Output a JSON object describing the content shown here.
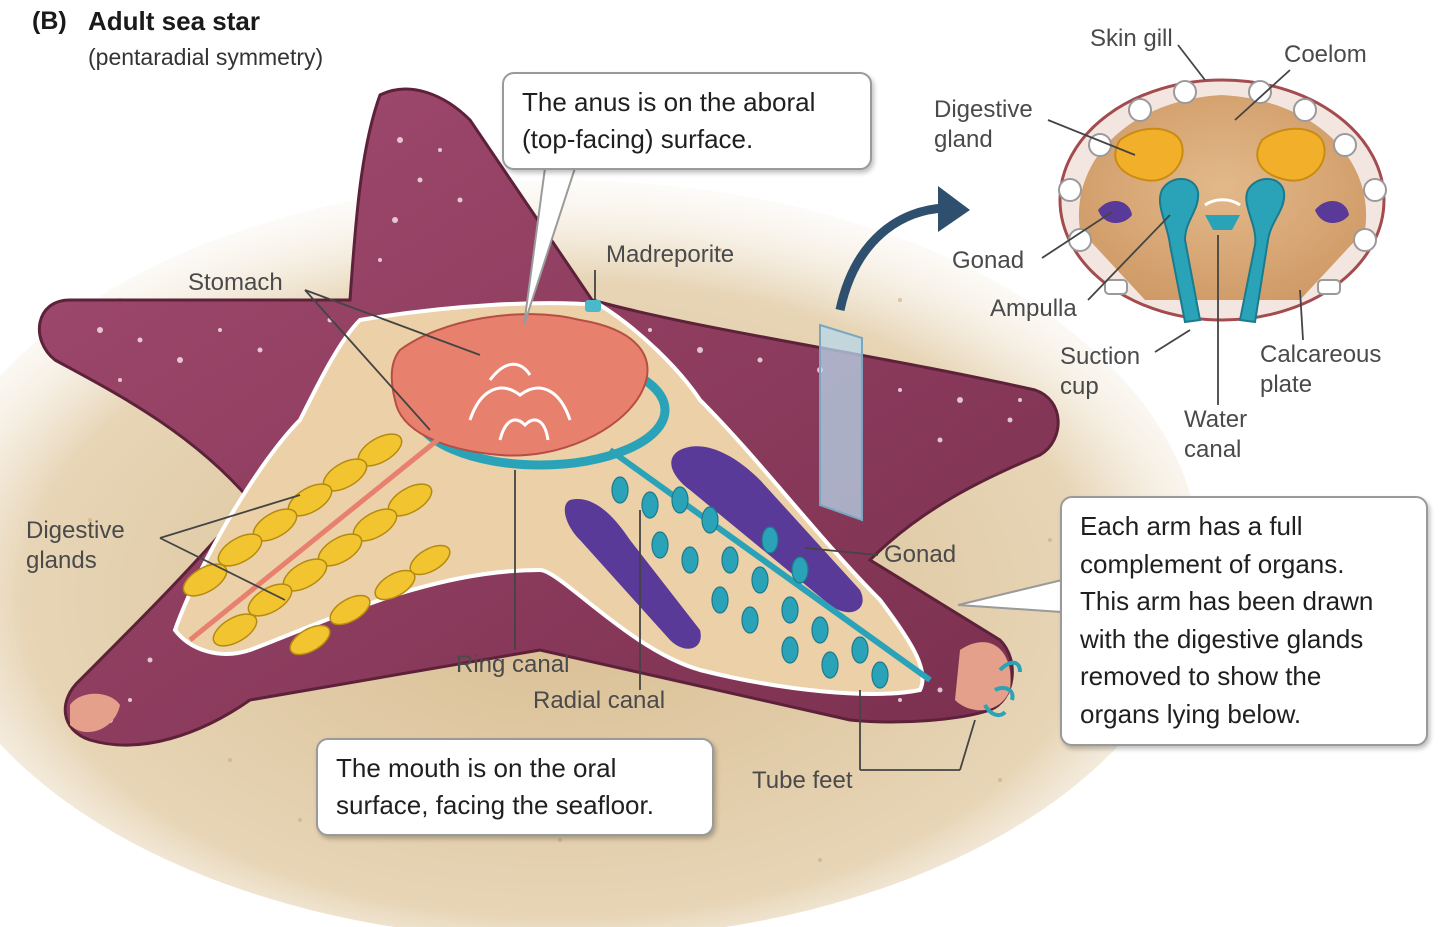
{
  "figure": {
    "letter": "(B)",
    "title": "Adult sea star",
    "subtitle": "(pentaradial symmetry)"
  },
  "callouts": {
    "anus": [
      "The anus is on the aboral",
      "(top-facing) surface."
    ],
    "mouth": [
      "The mouth is on the oral",
      "surface, facing the seafloor."
    ],
    "arm": [
      "Each arm has a full",
      "complement of organs.",
      "This arm has been drawn",
      "with the digestive glands",
      "removed to show the",
      "organs lying below."
    ]
  },
  "labels": {
    "stomach": "Stomach",
    "madreporite": "Madreporite",
    "digestive_glands": [
      "Digestive",
      "glands"
    ],
    "ring_canal": "Ring canal",
    "radial_canal": "Radial canal",
    "gonad": "Gonad",
    "tube_feet": "Tube feet"
  },
  "cross_section": {
    "skin_gill": "Skin gill",
    "coelom": "Coelom",
    "digestive_gland": [
      "Digestive",
      "gland"
    ],
    "gonad": "Gonad",
    "ampulla": "Ampulla",
    "suction_cup": [
      "Suction",
      "cup"
    ],
    "calcareous_plate": [
      "Calcareous",
      "plate"
    ],
    "water_canal": [
      "Water",
      "canal"
    ]
  },
  "colors": {
    "body": "#8e3a5c",
    "body_dark": "#6e2946",
    "interior": "#e9c9a0",
    "stomach": "#e8806e",
    "gland": "#f2c430",
    "water": "#2aa3b8",
    "gonad": "#5a3a98",
    "sand": "#dcc5a0",
    "arrow": "#2f4f6e"
  }
}
